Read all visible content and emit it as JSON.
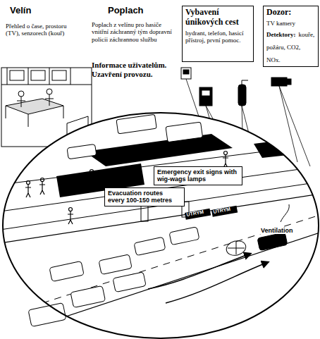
{
  "diagram": {
    "nodes": [
      {
        "text": [
          "Vybavení únikových cest",
          "hydrant, telefon, hasicí přístroj, první pomoc."
        ]
      },
      {
        "text": [
          "Dozor:",
          "TV kamery",
          "Detektory:",
          "kouře, požáru, CO2, NOx."
        ]
      },
      {
        "text": [
          "Emergency exit signs with wig-wags lamps"
        ]
      },
      {
        "text": [
          "Evacuation routes every 100-150 metres"
        ]
      }
    ],
    "labels": [
      "Velín",
      "Přehled o čase, prostoru (TV), senzorech (kouř)",
      "Poplach",
      "Poplach z velínu pro hasiče vnitřní záchranný tým dopravní policii záchrannou službu",
      "Informace uživatelům. Uzavření provozu.",
      "Ventilation",
      "UTRYM",
      "UTRYM"
    ]
  }
}
